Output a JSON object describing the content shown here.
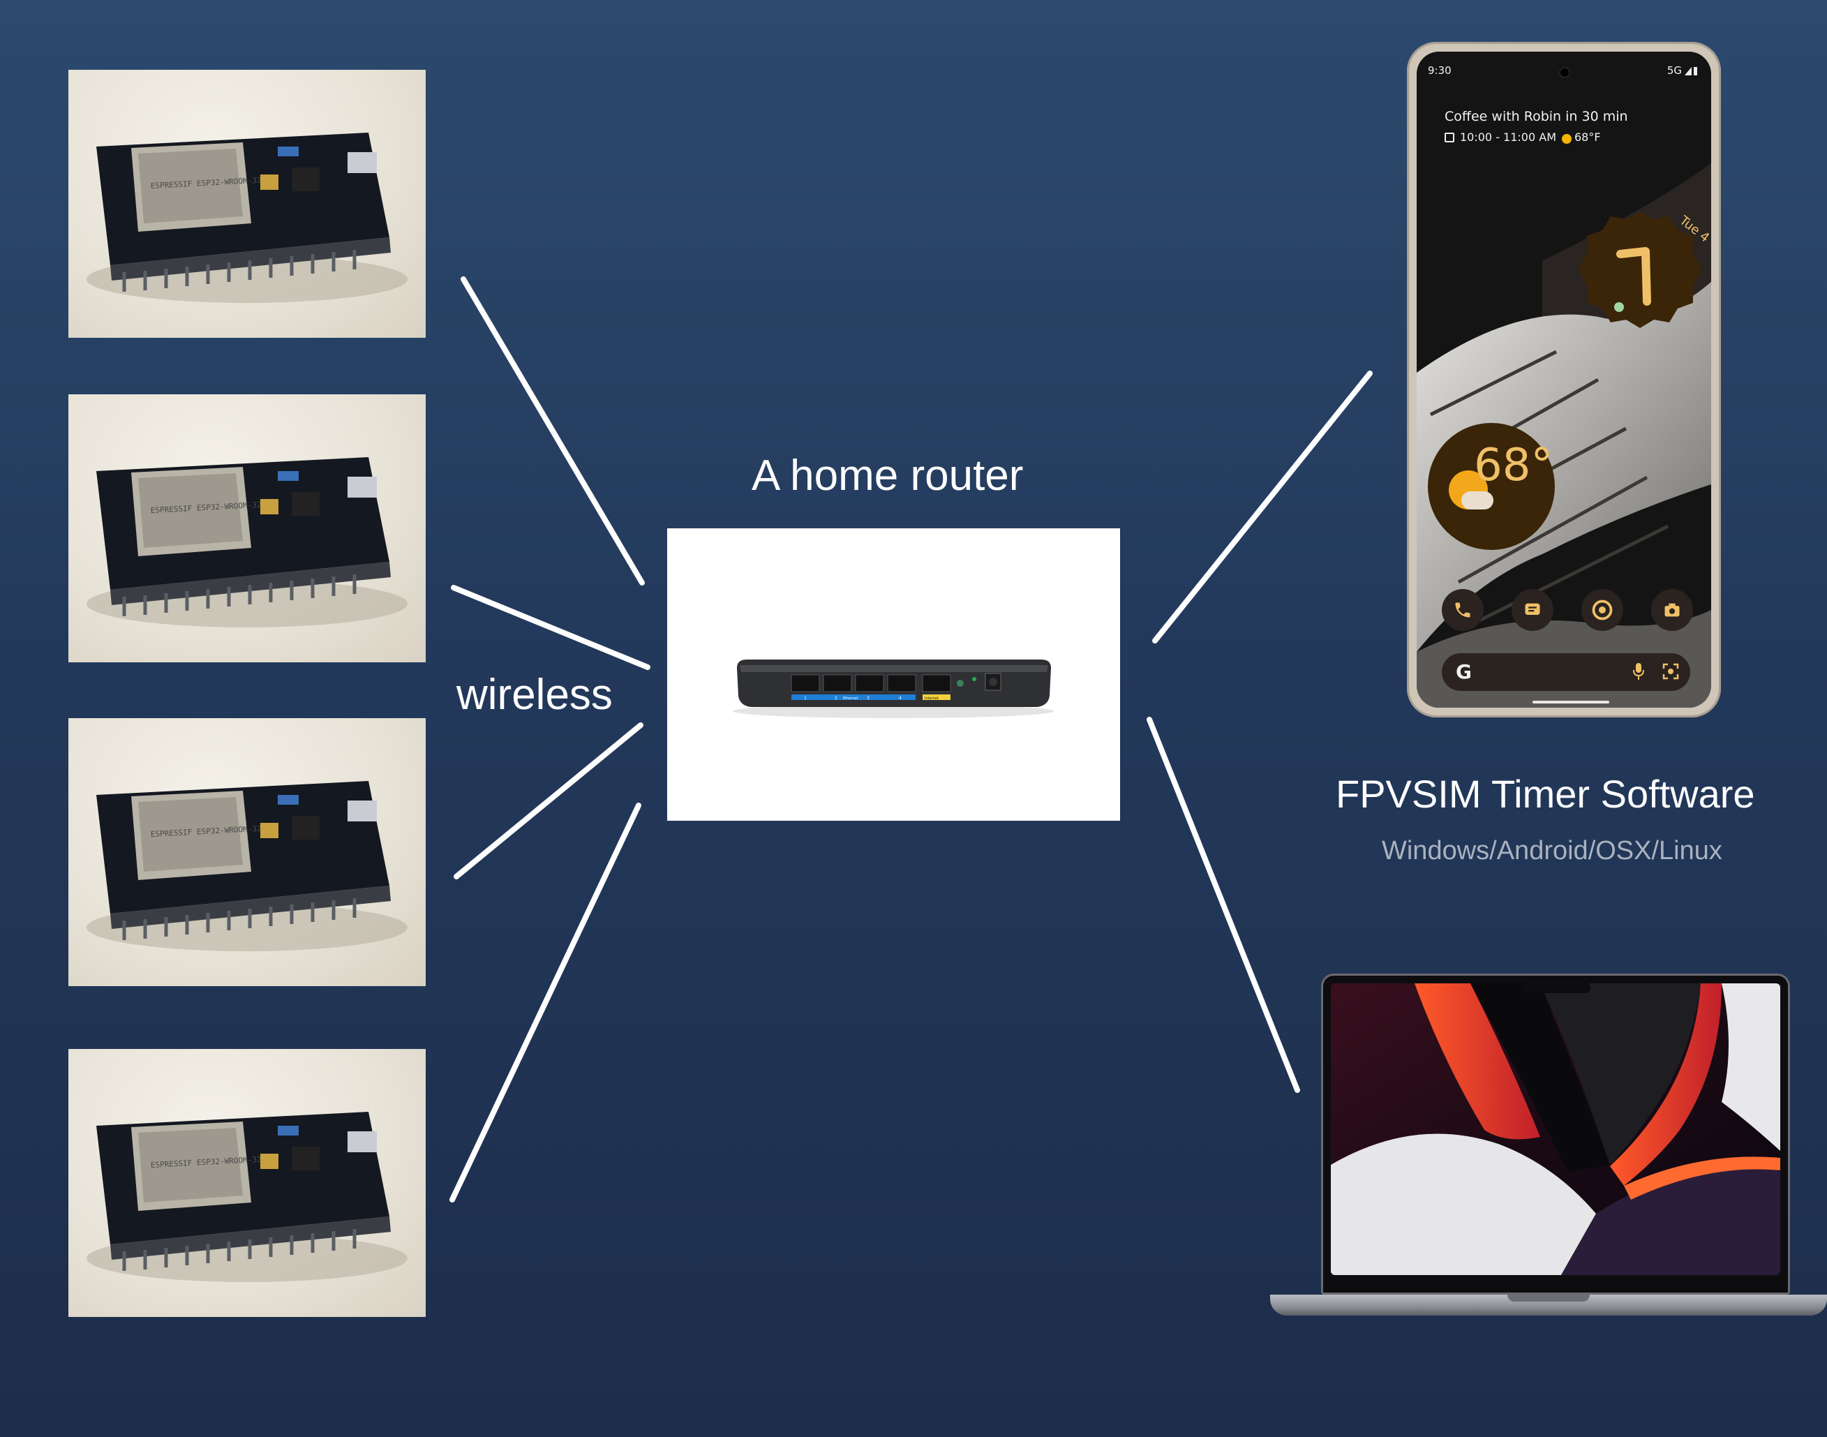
{
  "labels": {
    "router": "A home router",
    "wireless": "wireless",
    "software_title": "FPVSIM Timer Software",
    "software_platforms": "Windows/Android/OSX/Linux"
  },
  "boards": [
    {
      "chip_text": "ESPRESSIF ESP32-WROOM-32"
    },
    {
      "chip_text": "ESPRESSIF ESP32-WROOM-32"
    },
    {
      "chip_text": "ESPRESSIF ESP32-WROOM-32"
    },
    {
      "chip_text": "ESPRESSIF ESP32-WROOM-32"
    }
  ],
  "router": {
    "port_label_ethernet": "Ethernet",
    "port_label_internet": "Internet",
    "port_numbers": [
      "1",
      "2",
      "3",
      "4"
    ]
  },
  "phone": {
    "status_time": "9:30",
    "status_network": "5G",
    "event_title": "Coffee with Robin in 30 min",
    "event_time": "10:00 - 11:00 AM",
    "event_weather": "68°F",
    "clock_date": "Tue 4",
    "weather_temp": "68°",
    "search_glyph": "G"
  },
  "colors": {
    "background_top": "#2c4a6e",
    "background_bottom": "#1d2d4b",
    "connector_lines": "#ffffff",
    "router_ethernet_strip": "#1e7fd6",
    "router_internet_strip": "#f2d23c",
    "phone_widget": "#3a2508",
    "phone_accent": "#f0c068"
  }
}
